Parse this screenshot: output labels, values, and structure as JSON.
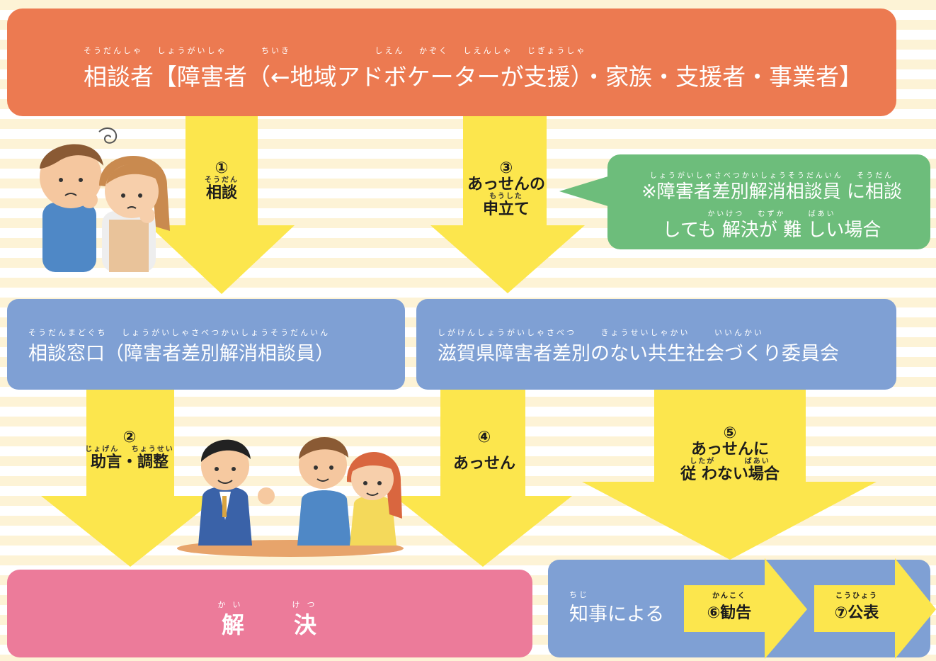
{
  "consulter": {
    "ruby": "そうだんしゃ 　しょうがいしゃ 　　　ちいき 　　　　　　　　しえん 　かぞく 　しえんしゃ 　じぎょうしゃ",
    "text": "相談者【障害者（←地域アドボケーターが支援）・家族・支援者・事業者】"
  },
  "arrow1": {
    "num": "①",
    "ruby": "そうだん",
    "text": "相談"
  },
  "arrow3": {
    "num": "③",
    "line1": "あっせんの",
    "ruby": "もうした",
    "line2": "申立て"
  },
  "note": {
    "ruby1": "しょうがいしゃさべつかいしょうそうだんいん 　そうだん",
    "line1": "※障害者差別解消相談員 に相談",
    "ruby2": "かいけつ 　むずか 　　ばあい",
    "line2": "しても 解決が 難 しい場合"
  },
  "window": {
    "ruby": "そうだんまどぐち 　しょうがいしゃさべつかいしょうそうだんいん",
    "text": "相談窓口（障害者差別解消相談員）"
  },
  "committee": {
    "ruby": "しがけんしょうがいしゃさべつ 　　きょうせいしゃかい 　　いいんかい",
    "text": "滋賀県障害者差別のない共生社会づくり委員会"
  },
  "arrow2": {
    "num": "②",
    "ruby": "じょげん 　ちょうせい",
    "text": "助言・調整"
  },
  "arrow4": {
    "num": "④",
    "text": "あっせん"
  },
  "arrow5": {
    "num": "⑤",
    "line1": "あっせんに",
    "ruby": "したが 　　　ばあい",
    "line2": "従 わない場合"
  },
  "resolve": {
    "ruby": "かい　　　けつ",
    "text": "解　　決"
  },
  "governor": {
    "ruby": "ちじ",
    "text": "知事による",
    "step6": {
      "ruby": "かんこく",
      "text": "⑥勧告"
    },
    "step7": {
      "ruby": "こうひょう",
      "text": "⑦公表"
    }
  },
  "colors": {
    "orange": "#ec7a51",
    "blue": "#7fa0d4",
    "green": "#6dbd7b",
    "pink": "#ec7b9a",
    "yellow": "#fce64d"
  }
}
